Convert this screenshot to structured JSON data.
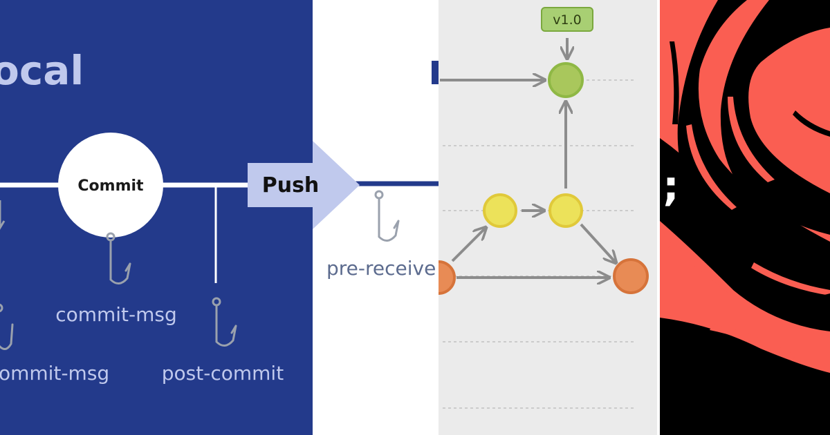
{
  "collage": {
    "hooks_panel": {
      "heading_fragment": "ocal",
      "commit_label": "Commit",
      "push_label": "Push",
      "hook_labels": [
        "commit-msg",
        "ommit-msg",
        "post-commit",
        "pre-receive"
      ],
      "colors": {
        "navy": "#233a8b",
        "light_blue": "#c0c9ed",
        "white": "#ffffff",
        "hook_gray": "#9aa1ad",
        "label_slate": "#5c6b8e"
      }
    },
    "graph_panel": {
      "tag_label": "v1.0",
      "colors": {
        "background": "#ebebeb",
        "green": "#a9c75c",
        "yellow": "#ece25a",
        "orange": "#e88b55",
        "arrow": "#8c8c8c",
        "tag_fill": "#a8cf73"
      }
    },
    "art_panel": {
      "glyph": ";",
      "colors": {
        "coral": "#fa5e52",
        "black": "#000000",
        "white": "#ffffff"
      }
    }
  }
}
